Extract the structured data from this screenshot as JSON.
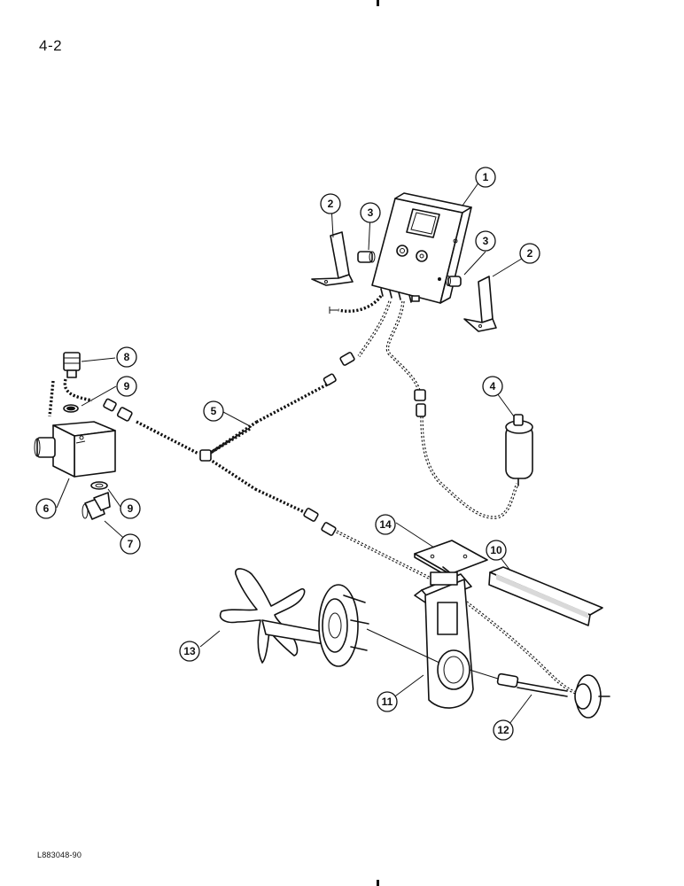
{
  "page_number": "4-2",
  "figure_code": "L883048-90",
  "callouts": [
    {
      "id": "1",
      "label": "1"
    },
    {
      "id": "2a",
      "label": "2"
    },
    {
      "id": "2b",
      "label": "2"
    },
    {
      "id": "3a",
      "label": "3"
    },
    {
      "id": "3b",
      "label": "3"
    },
    {
      "id": "4",
      "label": "4"
    },
    {
      "id": "5",
      "label": "5"
    },
    {
      "id": "6",
      "label": "6"
    },
    {
      "id": "7",
      "label": "7"
    },
    {
      "id": "8",
      "label": "8"
    },
    {
      "id": "9a",
      "label": "9"
    },
    {
      "id": "9b",
      "label": "9"
    },
    {
      "id": "10",
      "label": "10"
    },
    {
      "id": "11",
      "label": "11"
    },
    {
      "id": "12",
      "label": "12"
    },
    {
      "id": "13",
      "label": "13"
    },
    {
      "id": "14",
      "label": "14"
    }
  ]
}
